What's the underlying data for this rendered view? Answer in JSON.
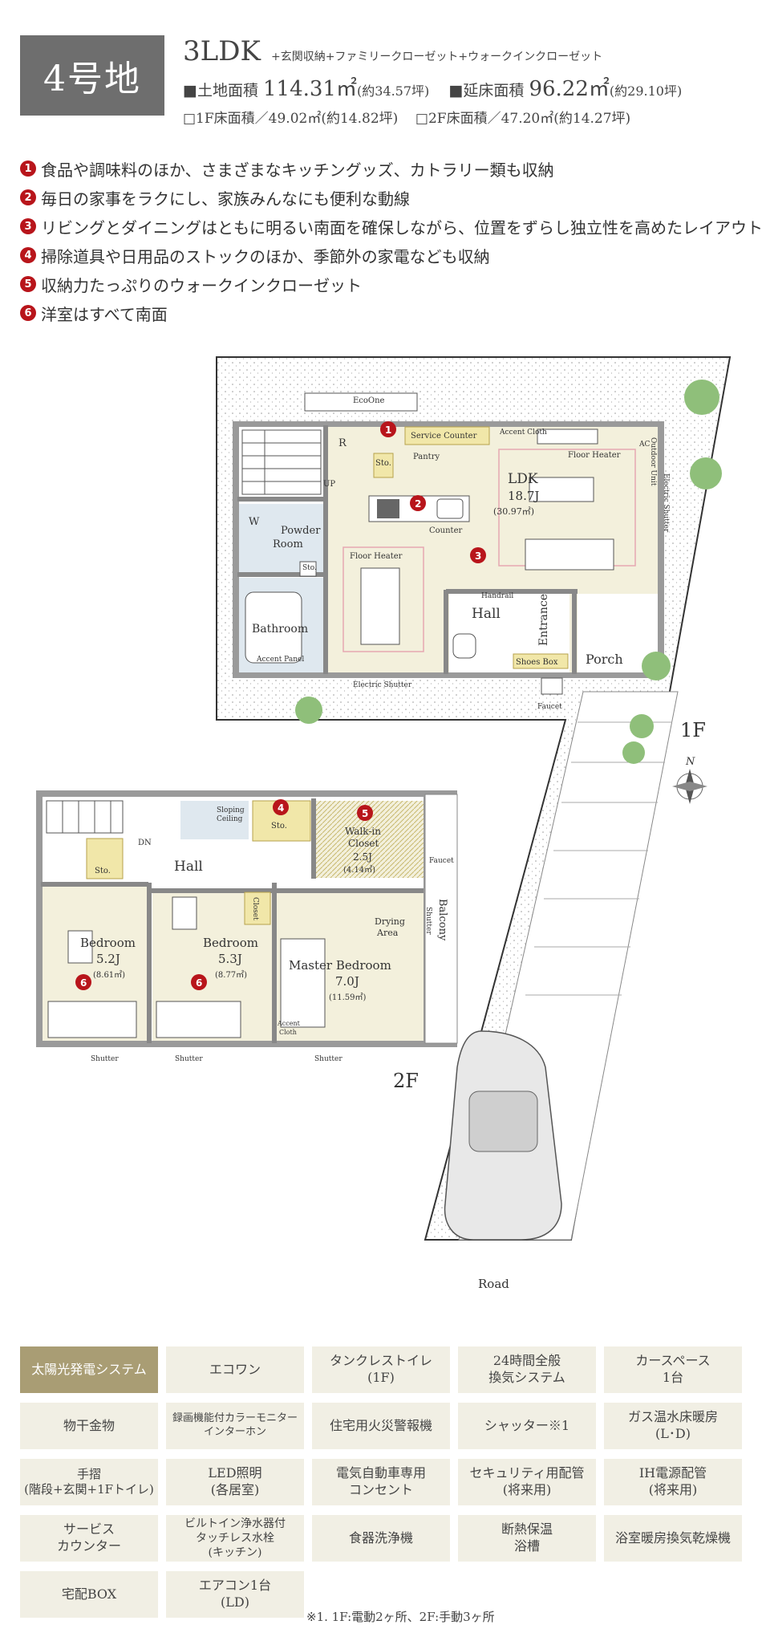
{
  "header": {
    "lot": "4号地",
    "plan_type": "3LDK",
    "plan_extras": "+玄関収納+ファミリークローゼット+ウォークインクローゼット",
    "land_area_label": "■土地面積",
    "land_area_value": "114.31㎡",
    "land_area_tsubo": "(約34.57坪)",
    "floor_area_label": "■延床面積",
    "floor_area_value": "96.22㎡",
    "floor_area_tsubo": "(約29.10坪)",
    "f1_area": "□1F床面積／49.02㎡(約14.82坪)",
    "f2_area": "□2F床面積／47.20㎡(約14.27坪)"
  },
  "features": [
    {
      "n": "1",
      "text": "食品や調味料のほか、さまざまなキッチングッズ、カトラリー類も収納"
    },
    {
      "n": "2",
      "text": "毎日の家事をラクにし、家族みんなにも便利な動線"
    },
    {
      "n": "3",
      "text": "リビングとダイニングはともに明るい南面を確保しながら、位置をずらし独立性を高めたレイアウト"
    },
    {
      "n": "4",
      "text": "掃除道具や日用品のストックのほか、季節外の家電なども収納"
    },
    {
      "n": "5",
      "text": "収納力たっぷりのウォークインクローゼット"
    },
    {
      "n": "6",
      "text": "洋室はすべて南面"
    }
  ],
  "plan": {
    "ecoone": "EcoOne",
    "service_counter": "Service Counter",
    "accent_cloth": "Accent Cloth",
    "floor_heater": "Floor Heater",
    "ac": "AC",
    "outdoor_unit": "Outdoor Unit",
    "electric_shutter": "Electric Shutter",
    "r": "R",
    "sto": "Sto.",
    "pantry": "Pantry",
    "up": "UP",
    "dn": "DN",
    "ldk": "LDK",
    "ldk_size": "18.7J",
    "ldk_m2": "(30.97㎡)",
    "counter": "Counter",
    "w": "W",
    "powder": "Powder",
    "room": "Room",
    "bathroom": "Bathroom",
    "accent_panel": "Accent Panel",
    "handrail": "Handrail",
    "hall": "Hall",
    "entrance": "Entrance",
    "shoes_box": "Shoes Box",
    "porch": "Porch",
    "faucet": "Faucet",
    "f1": "1F",
    "f2": "2F",
    "north": "N",
    "sloping": "Sloping",
    "ceiling": "Ceiling",
    "walkin": "Walk-in",
    "closet": "Closet",
    "wic_size": "2.5J",
    "wic_m2": "(4.14㎡)",
    "drying": "Drying",
    "area": "Area",
    "shutter": "Shutter",
    "balcony": "Balcony",
    "bedroom": "Bedroom",
    "bed1_size": "5.2J",
    "bed1_m2": "(8.61㎡)",
    "bed2_size": "5.3J",
    "bed2_m2": "(8.77㎡)",
    "master": "Master Bedroom",
    "master_size": "7.0J",
    "master_m2": "(11.59㎡)",
    "road": "Road"
  },
  "equipment": [
    {
      "label": "太陽光発電システム",
      "highlight": true
    },
    {
      "label": "エコワン"
    },
    {
      "label": "タンクレストイレ\n(1F)"
    },
    {
      "label": "24時間全般\n換気システム"
    },
    {
      "label": "カースペース\n1台"
    },
    {
      "label": "物干金物"
    },
    {
      "label": "録画機能付カラーモニター\nインターホン"
    },
    {
      "label": "住宅用火災警報機"
    },
    {
      "label": "シャッター※1"
    },
    {
      "label": "ガス温水床暖房\n(L･D)"
    },
    {
      "label": "手摺\n(階段+玄関+1Fトイレ)"
    },
    {
      "label": "LED照明\n(各居室)"
    },
    {
      "label": "電気自動車専用\nコンセント"
    },
    {
      "label": "セキュリティ用配管\n(将来用)"
    },
    {
      "label": "IH電源配管\n(将来用)"
    },
    {
      "label": "サービス\nカウンター"
    },
    {
      "label": "ビルトイン浄水器付\nタッチレス水栓\n(キッチン)"
    },
    {
      "label": "食器洗浄機"
    },
    {
      "label": "断熱保温\n浴槽"
    },
    {
      "label": "浴室暖房換気乾燥機"
    },
    {
      "label": "宅配BOX"
    },
    {
      "label": "エアコン1台\n(LD)"
    }
  ],
  "note": "※1. 1F:電動2ヶ所、2F:手動3ヶ所",
  "colors": {
    "accent": "#b8151b",
    "room": "#f3f0dc",
    "wet": "#dfe8ef",
    "badge": "#6e6e6e",
    "equip_hl": "#a99d74"
  }
}
